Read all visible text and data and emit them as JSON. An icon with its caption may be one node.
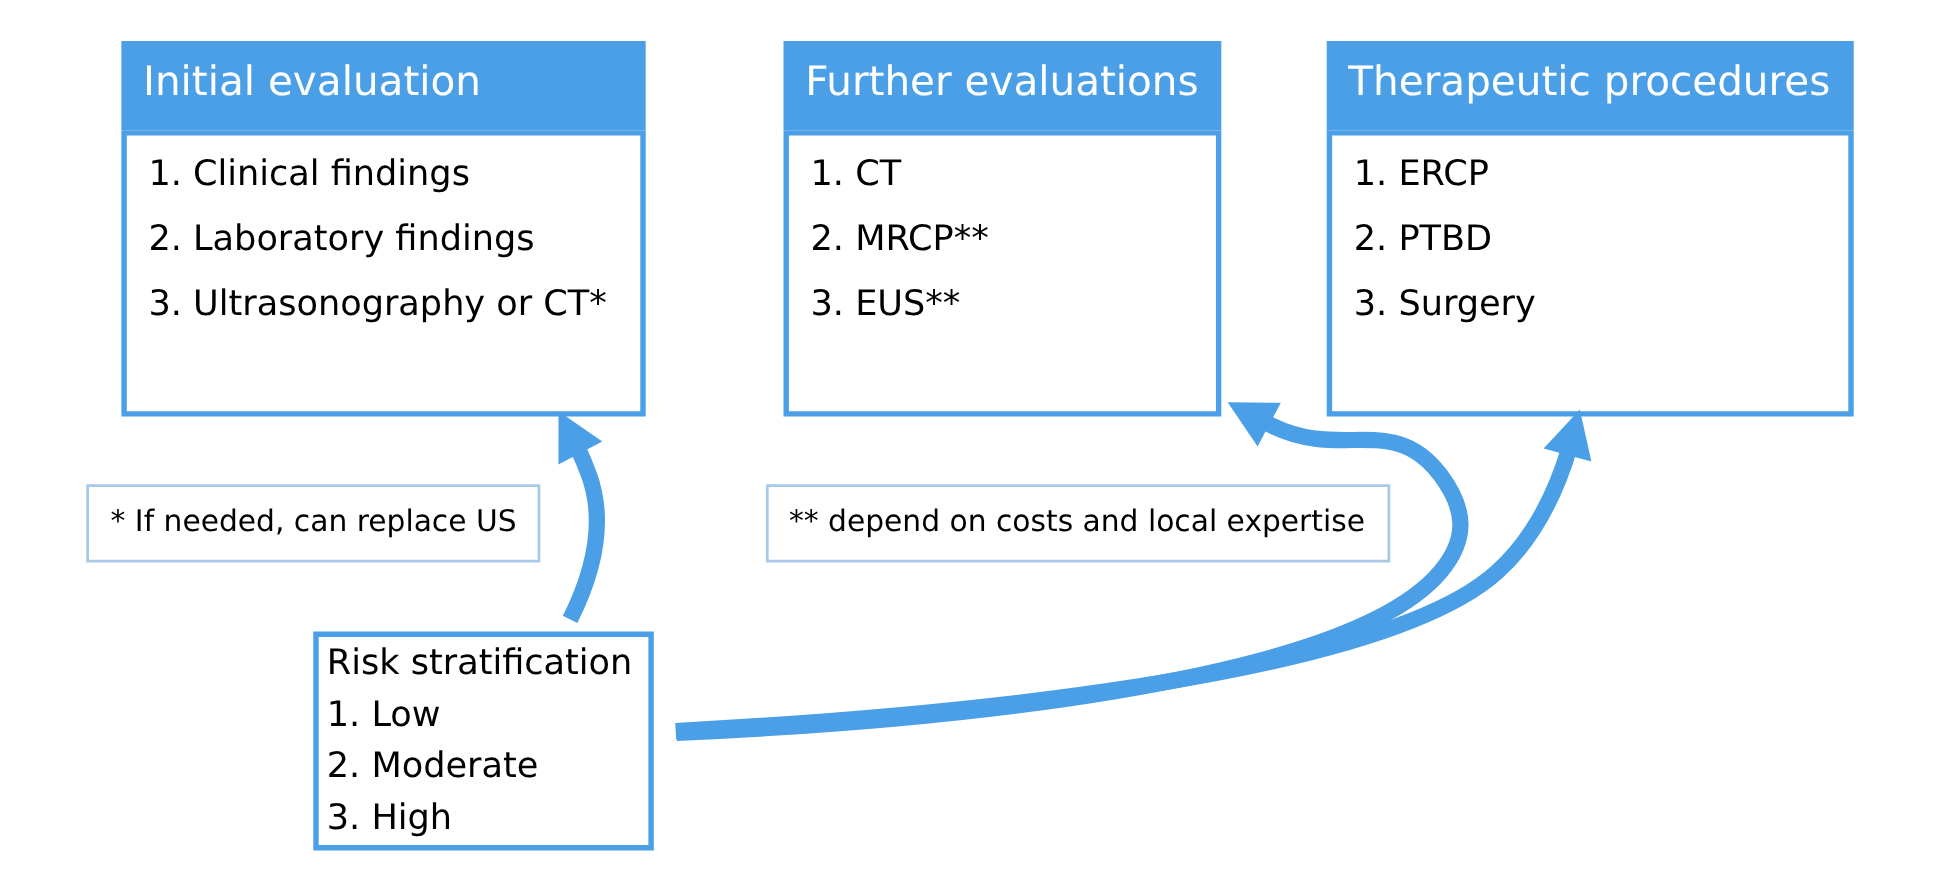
{
  "diagram": {
    "nodes": [
      {
        "text": [
          "Initial evaluation",
          "1. Clinical findings",
          "2. Laboratory findings",
          "3. Ultrasonography or CT*"
        ]
      },
      {
        "text": [
          "* If needed, can replace US"
        ]
      },
      {
        "text": [
          "Further evaluations",
          "1. CT",
          "2. MRCP**",
          "3. EUS**"
        ]
      },
      {
        "text": [
          "** depend on costs and local expertise"
        ]
      },
      {
        "text": [
          "Therapeutic procedures",
          "1. ERCP",
          "2. PTBD",
          "3. Surgery"
        ]
      },
      {
        "text": [
          "Risk stratification",
          "1. Low",
          "2. Moderate",
          "3. High"
        ]
      }
    ],
    "edges": [
      {
        "from": 5,
        "to": 0,
        "arrow": "to"
      },
      {
        "from": 5,
        "to": 2,
        "arrow": "to"
      },
      {
        "from": 5,
        "to": 4,
        "arrow": "to"
      }
    ]
  }
}
